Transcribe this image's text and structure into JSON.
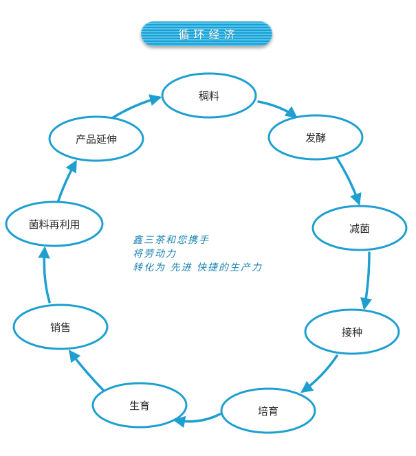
{
  "header": {
    "title": "循环经济"
  },
  "nodes": [
    {
      "id": "straw",
      "label": "稠料"
    },
    {
      "id": "ferment",
      "label": "发酵"
    },
    {
      "id": "sterilize",
      "label": "减菌"
    },
    {
      "id": "inoculate",
      "label": "接种"
    },
    {
      "id": "cultivate",
      "label": "培育"
    },
    {
      "id": "grow",
      "label": "生育"
    },
    {
      "id": "sell",
      "label": "销售"
    },
    {
      "id": "reuse",
      "label": "菌料再利用"
    },
    {
      "id": "extend",
      "label": "产品延伸"
    }
  ],
  "center_text": [
    "鑫三茶和您携手",
    "将劳动力",
    "转化为 先进 快捷的生产力"
  ],
  "colors": {
    "accent": "#1a9fd4",
    "node_stroke": "#1e9fd0",
    "text": "#2b2b2b"
  }
}
